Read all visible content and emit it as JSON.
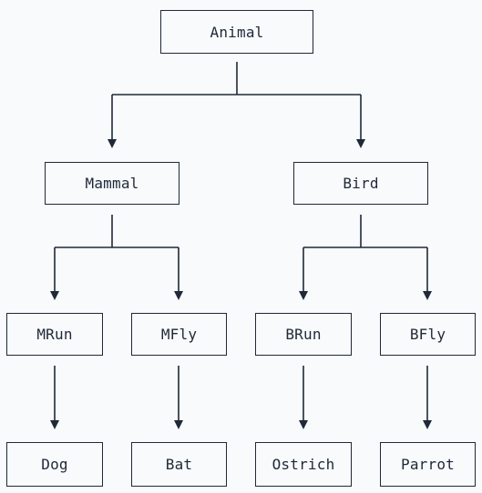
{
  "diagram": {
    "nodes": {
      "animal": "Animal",
      "mammal": "Mammal",
      "bird": "Bird",
      "mrun": "MRun",
      "mfly": "MFly",
      "brun": "BRun",
      "bfly": "BFly",
      "dog": "Dog",
      "bat": "Bat",
      "ostrich": "Ostrich",
      "parrot": "Parrot"
    },
    "edges": [
      [
        "animal",
        "mammal"
      ],
      [
        "animal",
        "bird"
      ],
      [
        "mammal",
        "mrun"
      ],
      [
        "mammal",
        "mfly"
      ],
      [
        "bird",
        "brun"
      ],
      [
        "bird",
        "bfly"
      ],
      [
        "mrun",
        "dog"
      ],
      [
        "mfly",
        "bat"
      ],
      [
        "brun",
        "ostrich"
      ],
      [
        "bfly",
        "parrot"
      ]
    ],
    "colors": {
      "line": "#1f2937",
      "background": "#f8fafc"
    }
  }
}
